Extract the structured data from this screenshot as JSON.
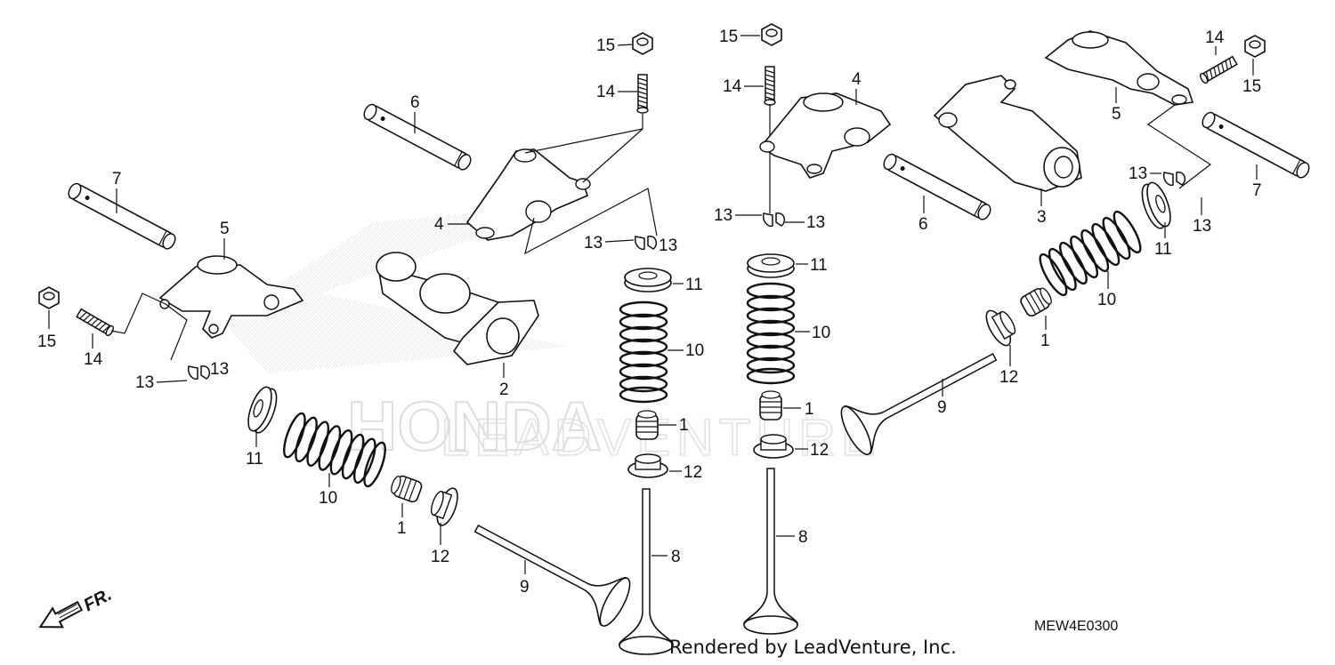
{
  "diagram": {
    "diagram_code": "MEW4E0300",
    "footer_text": "Rendered by LeadVenture, Inc.",
    "front_marker": "FR.",
    "watermark_brand": "HONDA",
    "watermark_text": "LEADVENTURE",
    "callouts": [
      "15",
      "14",
      "6",
      "7",
      "5",
      "4",
      "2",
      "13",
      "13",
      "15",
      "14",
      "13",
      "13",
      "11",
      "10",
      "1",
      "12",
      "9",
      "11",
      "10",
      "1",
      "12",
      "8",
      "15",
      "14",
      "4",
      "13",
      "13",
      "11",
      "10",
      "1",
      "12",
      "8",
      "3",
      "6",
      "5",
      "14",
      "15",
      "7",
      "13",
      "13",
      "11",
      "10",
      "1",
      "12",
      "9"
    ]
  }
}
